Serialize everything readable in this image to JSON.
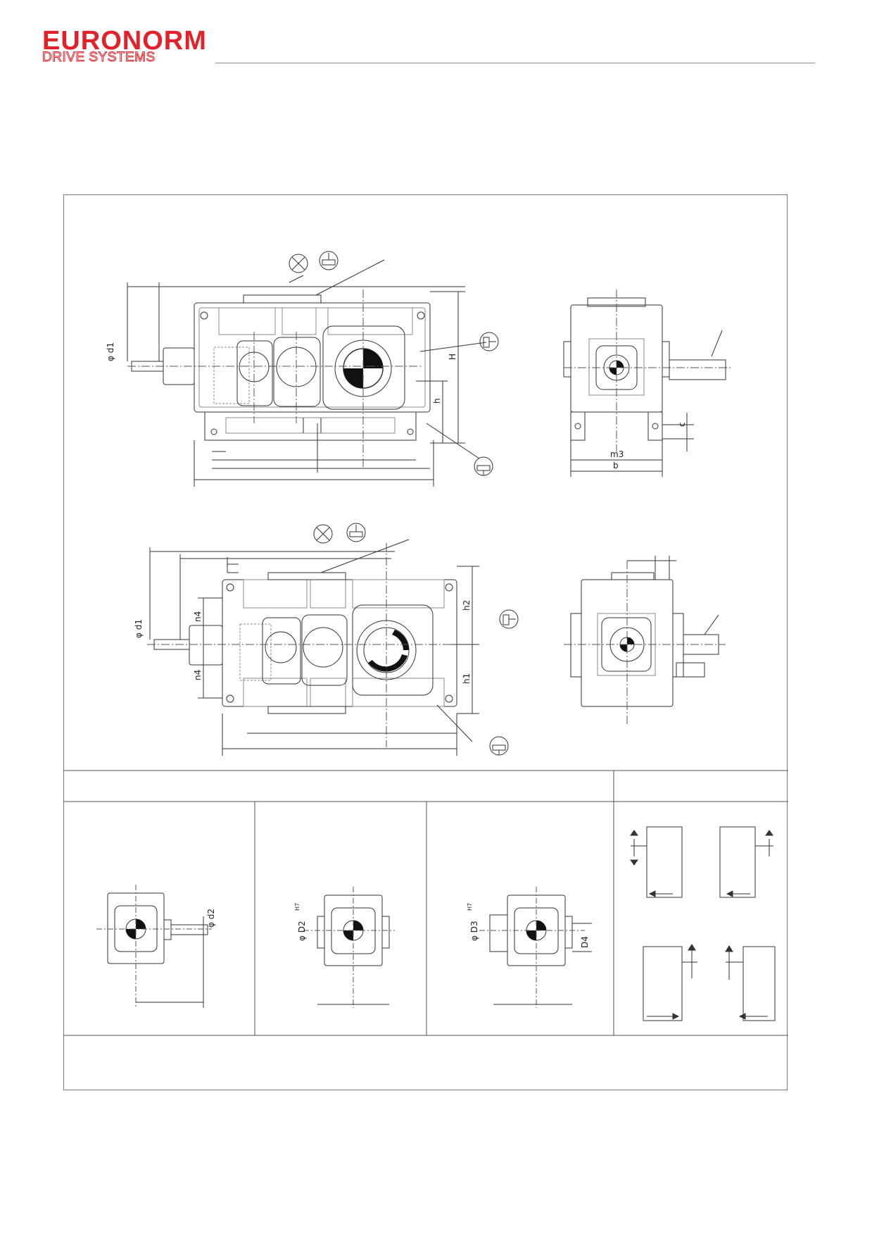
{
  "brand": {
    "logo_text": "EURONORM",
    "logo_subtext": "DRIVE SYSTEMS",
    "logo_color": "#e2222a",
    "rule_color": "#8c8c8c"
  },
  "drawing_labels": {
    "d1": "φ d1",
    "H": "H",
    "h": "h",
    "c": "c",
    "m3": "m3",
    "b": "b",
    "n4": "n4",
    "h1": "h1",
    "h2": "h2",
    "d2": "φ d2",
    "D2": "φ D2",
    "D3": "φ D3",
    "H7": "H7",
    "D4": "D4"
  },
  "icons": [
    "breather-symbol-icon",
    "oil-fill-symbol-icon",
    "oil-level-symbol-icon",
    "oil-drain-symbol-icon",
    "output-shaft-arrow-icon"
  ]
}
